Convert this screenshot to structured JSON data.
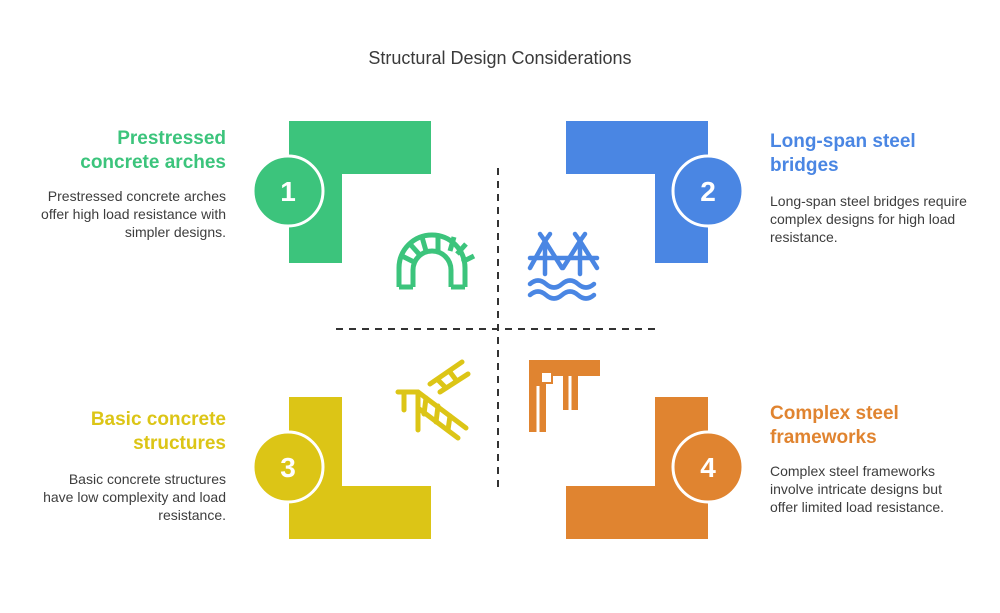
{
  "title": "Structural Design Considerations",
  "colors": {
    "green": "#3cc47c",
    "blue": "#4a86e3",
    "yellow": "#dcc516",
    "orange": "#e08430",
    "axis": "#333333"
  },
  "quadrants": [
    {
      "number": "1",
      "heading": "Prestressed concrete arches",
      "description": "Prestressed concrete arches offer high load resistance with simpler designs.",
      "icon": "arch-bridge-icon"
    },
    {
      "number": "2",
      "heading": "Long-span steel bridges",
      "description": "Long-span steel bridges require complex designs for high load resistance.",
      "icon": "suspension-bridge-icon"
    },
    {
      "number": "3",
      "heading": "Basic concrete structures",
      "description": "Basic concrete structures have low complexity and load resistance.",
      "icon": "truss-structure-icon"
    },
    {
      "number": "4",
      "heading": "Complex steel frameworks",
      "description": "Complex steel frameworks involve intricate designs but offer limited load resistance.",
      "icon": "steel-frame-icon"
    }
  ]
}
